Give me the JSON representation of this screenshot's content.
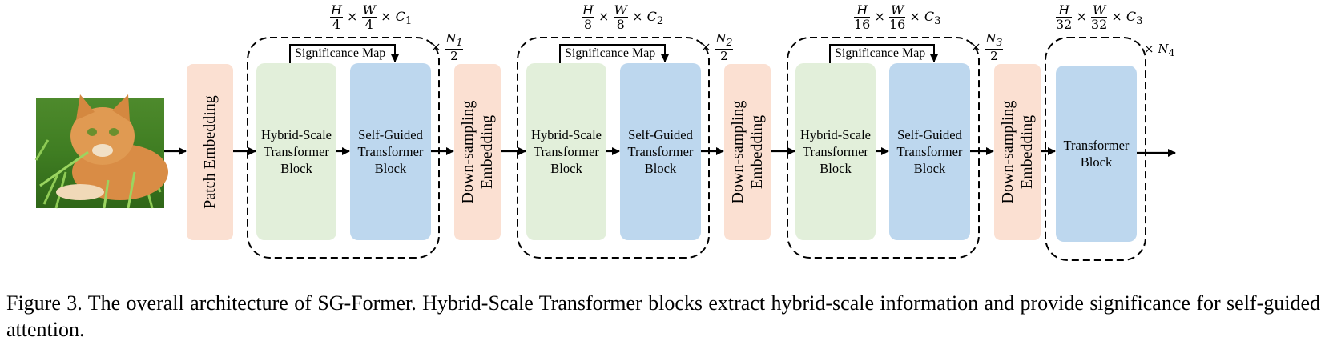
{
  "figure": {
    "patch_embedding": "Patch Embedding",
    "stages": [
      {
        "hybrid_block": [
          "Hybrid-Scale",
          "Transformer",
          "Block"
        ],
        "selfguided_block": [
          "Self-Guided",
          "Transformer",
          "Block"
        ],
        "significance_label": "Significance Map",
        "dim": {
          "h_den": "4",
          "w_den": "4",
          "c": "C",
          "c_sub": "1"
        },
        "repeat": {
          "n": "N",
          "n_sub": "1",
          "den": "2"
        }
      },
      {
        "hybrid_block": [
          "Hybrid-Scale",
          "Transformer",
          "Block"
        ],
        "selfguided_block": [
          "Self-Guided",
          "Transformer",
          "Block"
        ],
        "significance_label": "Significance Map",
        "dim": {
          "h_den": "8",
          "w_den": "8",
          "c": "C",
          "c_sub": "2"
        },
        "repeat": {
          "n": "N",
          "n_sub": "2",
          "den": "2"
        }
      },
      {
        "hybrid_block": [
          "Hybrid-Scale",
          "Transformer",
          "Block"
        ],
        "selfguided_block": [
          "Self-Guided",
          "Transformer",
          "Block"
        ],
        "significance_label": "Significance Map",
        "dim": {
          "h_den": "16",
          "w_den": "16",
          "c": "C",
          "c_sub": "3"
        },
        "repeat": {
          "n": "N",
          "n_sub": "3",
          "den": "2"
        }
      }
    ],
    "downsampling": [
      "Down-sampling",
      "Embedding"
    ],
    "final_stage": {
      "block": [
        "Transformer",
        "Block"
      ],
      "dim": {
        "h_den": "32",
        "w_den": "32",
        "c": "C",
        "c_sub": "3"
      },
      "repeat": {
        "n": "N",
        "n_sub": "4"
      }
    },
    "symbols": {
      "H": "H",
      "W": "W",
      "times": "×"
    },
    "colors": {
      "embedding": "#fbe0d2",
      "hybrid": "#e2efda",
      "selfguided": "#bdd7ee",
      "transformer": "#bdd7ee"
    }
  },
  "caption": "Figure 3. The overall architecture of SG-Former. Hybrid-Scale Transformer blocks extract hybrid-scale information and provide significance for self-guided attention."
}
